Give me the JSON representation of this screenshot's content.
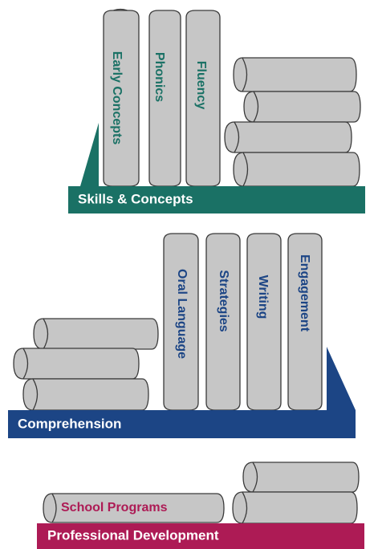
{
  "colors": {
    "skills": "#1a7165",
    "comprehension": "#1c4585",
    "professional": "#ad1b55",
    "book_fill": "#c6c6c6",
    "book_stroke": "#3a3a3a"
  },
  "sections": {
    "skills": {
      "label": "Skills & Concepts",
      "books": [
        "Early Concepts",
        "Phonics",
        "Fluency"
      ]
    },
    "comprehension": {
      "label": "Comprehension",
      "books": [
        "Oral Language",
        "Strategies",
        "Writing",
        "Engagement"
      ]
    },
    "professional": {
      "label": "Professional Development",
      "books": [
        "School Programs"
      ]
    }
  }
}
